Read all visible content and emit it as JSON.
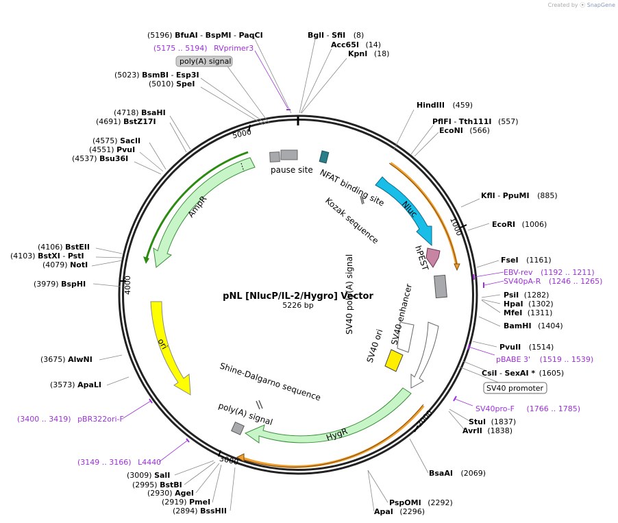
{
  "app": {
    "credit_prefix": "Created by",
    "brand": "SnapGene"
  },
  "plasmid": {
    "name": "pNL  [NlucP/IL-2/Hygro] Vector",
    "length": "5226 bp"
  },
  "ruler": [
    "1000",
    "2000",
    "3000",
    "4000",
    "5000"
  ],
  "colors": {
    "backbone": "#222222",
    "orange": "#f0a030",
    "green": "#2b8a10",
    "primer": "#9b30d9"
  },
  "enzymes": [
    {
      "parts": [
        "(5196)",
        "BfuAI",
        " - ",
        "BspMI",
        " - ",
        "PaqCI"
      ]
    },
    {
      "parts": [
        "BglI",
        " - ",
        "SfiI",
        "(8)"
      ]
    },
    {
      "parts": [
        "Acc65I",
        "(14)"
      ]
    },
    {
      "parts": [
        "KpnI",
        "(18)"
      ]
    },
    {
      "parts": [
        "(5023)",
        "BsmBI",
        " - ",
        "Esp3I"
      ]
    },
    {
      "parts": [
        "(5010)",
        "SpeI"
      ]
    },
    {
      "parts": [
        "HindIII",
        "(459)"
      ]
    },
    {
      "parts": [
        "PflFI",
        " - ",
        "Tth111I",
        "(557)"
      ]
    },
    {
      "parts": [
        "EcoNI",
        "(566)"
      ]
    },
    {
      "parts": [
        "(4718)",
        "BsaHI"
      ]
    },
    {
      "parts": [
        "(4691)",
        "BstZ17I"
      ]
    },
    {
      "parts": [
        "(4575)",
        "SacII"
      ]
    },
    {
      "parts": [
        "(4551)",
        "PvuI"
      ]
    },
    {
      "parts": [
        "(4537)",
        "Bsu36I"
      ]
    },
    {
      "parts": [
        "KflI",
        " - ",
        "PpuMI",
        "(885)"
      ]
    },
    {
      "parts": [
        "EcoRI",
        "(1006)"
      ]
    },
    {
      "parts": [
        "FseI",
        "(1161)"
      ]
    },
    {
      "parts": [
        "(4106)",
        "BstEII"
      ]
    },
    {
      "parts": [
        "(4103)",
        "BstXI",
        " - ",
        "PstI"
      ]
    },
    {
      "parts": [
        "(4079)",
        "NotI"
      ]
    },
    {
      "parts": [
        "(3979)",
        "BspHI"
      ]
    },
    {
      "parts": [
        "PsiI",
        "(1282)"
      ]
    },
    {
      "parts": [
        "HpaI",
        "(1302)"
      ]
    },
    {
      "parts": [
        "MfeI",
        "(1311)"
      ]
    },
    {
      "parts": [
        "BamHI",
        "(1404)"
      ]
    },
    {
      "parts": [
        "PvuII",
        "(1514)"
      ]
    },
    {
      "parts": [
        "CsiI",
        " - ",
        "SexAI *",
        "(1605)"
      ]
    },
    {
      "parts": [
        "(3675)",
        "AlwNI"
      ]
    },
    {
      "parts": [
        "(3573)",
        "ApaLI"
      ]
    },
    {
      "parts": [
        "StuI",
        "(1837)"
      ]
    },
    {
      "parts": [
        "AvrII",
        "(1838)"
      ]
    },
    {
      "parts": [
        "BsaAI",
        "(2069)"
      ]
    },
    {
      "parts": [
        "(3009)",
        "SalI"
      ]
    },
    {
      "parts": [
        "(2995)",
        "BstBI"
      ]
    },
    {
      "parts": [
        "(2930)",
        "AgeI"
      ]
    },
    {
      "parts": [
        "(2919)",
        "PmeI"
      ]
    },
    {
      "parts": [
        "(2894)",
        "BssHII"
      ]
    },
    {
      "parts": [
        "PspOMI",
        "(2292)"
      ]
    },
    {
      "parts": [
        "ApaI",
        "(2296)"
      ]
    }
  ],
  "primers": [
    {
      "range": "(5175 .. 5194)",
      "name": "RVprimer3"
    },
    {
      "name": "EBV-rev",
      "range": "(1192 .. 1211)"
    },
    {
      "name": "SV40pA-R",
      "range": "(1246 .. 1265)"
    },
    {
      "name": "pBABE 3'",
      "range": "(1519 .. 1539)"
    },
    {
      "name": "SV40pro-F",
      "range": "(1766 .. 1785)"
    },
    {
      "range": "(3400 .. 3419)",
      "name": "pBR322ori-F"
    },
    {
      "range": "(3149 .. 3166)",
      "name": "L4440"
    }
  ],
  "callouts": {
    "polya_top": "poly(A) signal",
    "sv40_promoter": "SV40 promoter"
  },
  "features": {
    "pause_site": "pause site",
    "nfat": "NFAT binding site",
    "kozak": "Kozak sequence",
    "nluc": "Nluc",
    "hpest": "hPEST",
    "sv40_polya": "SV40 poly(A) signal",
    "sv40_enh": "SV40 enhancer",
    "sv40_ori": "SV40 ori",
    "shine": "Shine-Dalgarno sequence",
    "polya_inner": "poly(A) signal",
    "hygr": "HygR",
    "ampr": "AmpR",
    "ori": "ori"
  }
}
